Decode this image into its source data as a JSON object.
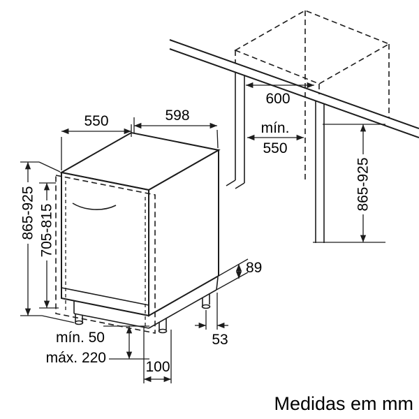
{
  "colors": {
    "ink": "#1c1c1c",
    "background": "#ffffff"
  },
  "caption": "Medidas em mm",
  "labels": {
    "depth_top": "550",
    "width_top": "598",
    "niche_width": "600",
    "niche_depth_min_word": "mín.",
    "niche_depth_min_value": "550",
    "appliance_height": "865-925",
    "door_panel_height": "705-815",
    "niche_height": "865-925",
    "base_height": "89",
    "rear_foot_offset": "53",
    "plinth_min": "mín. 50",
    "plinth_max": "máx. 220",
    "front_foot_offset": "100"
  }
}
